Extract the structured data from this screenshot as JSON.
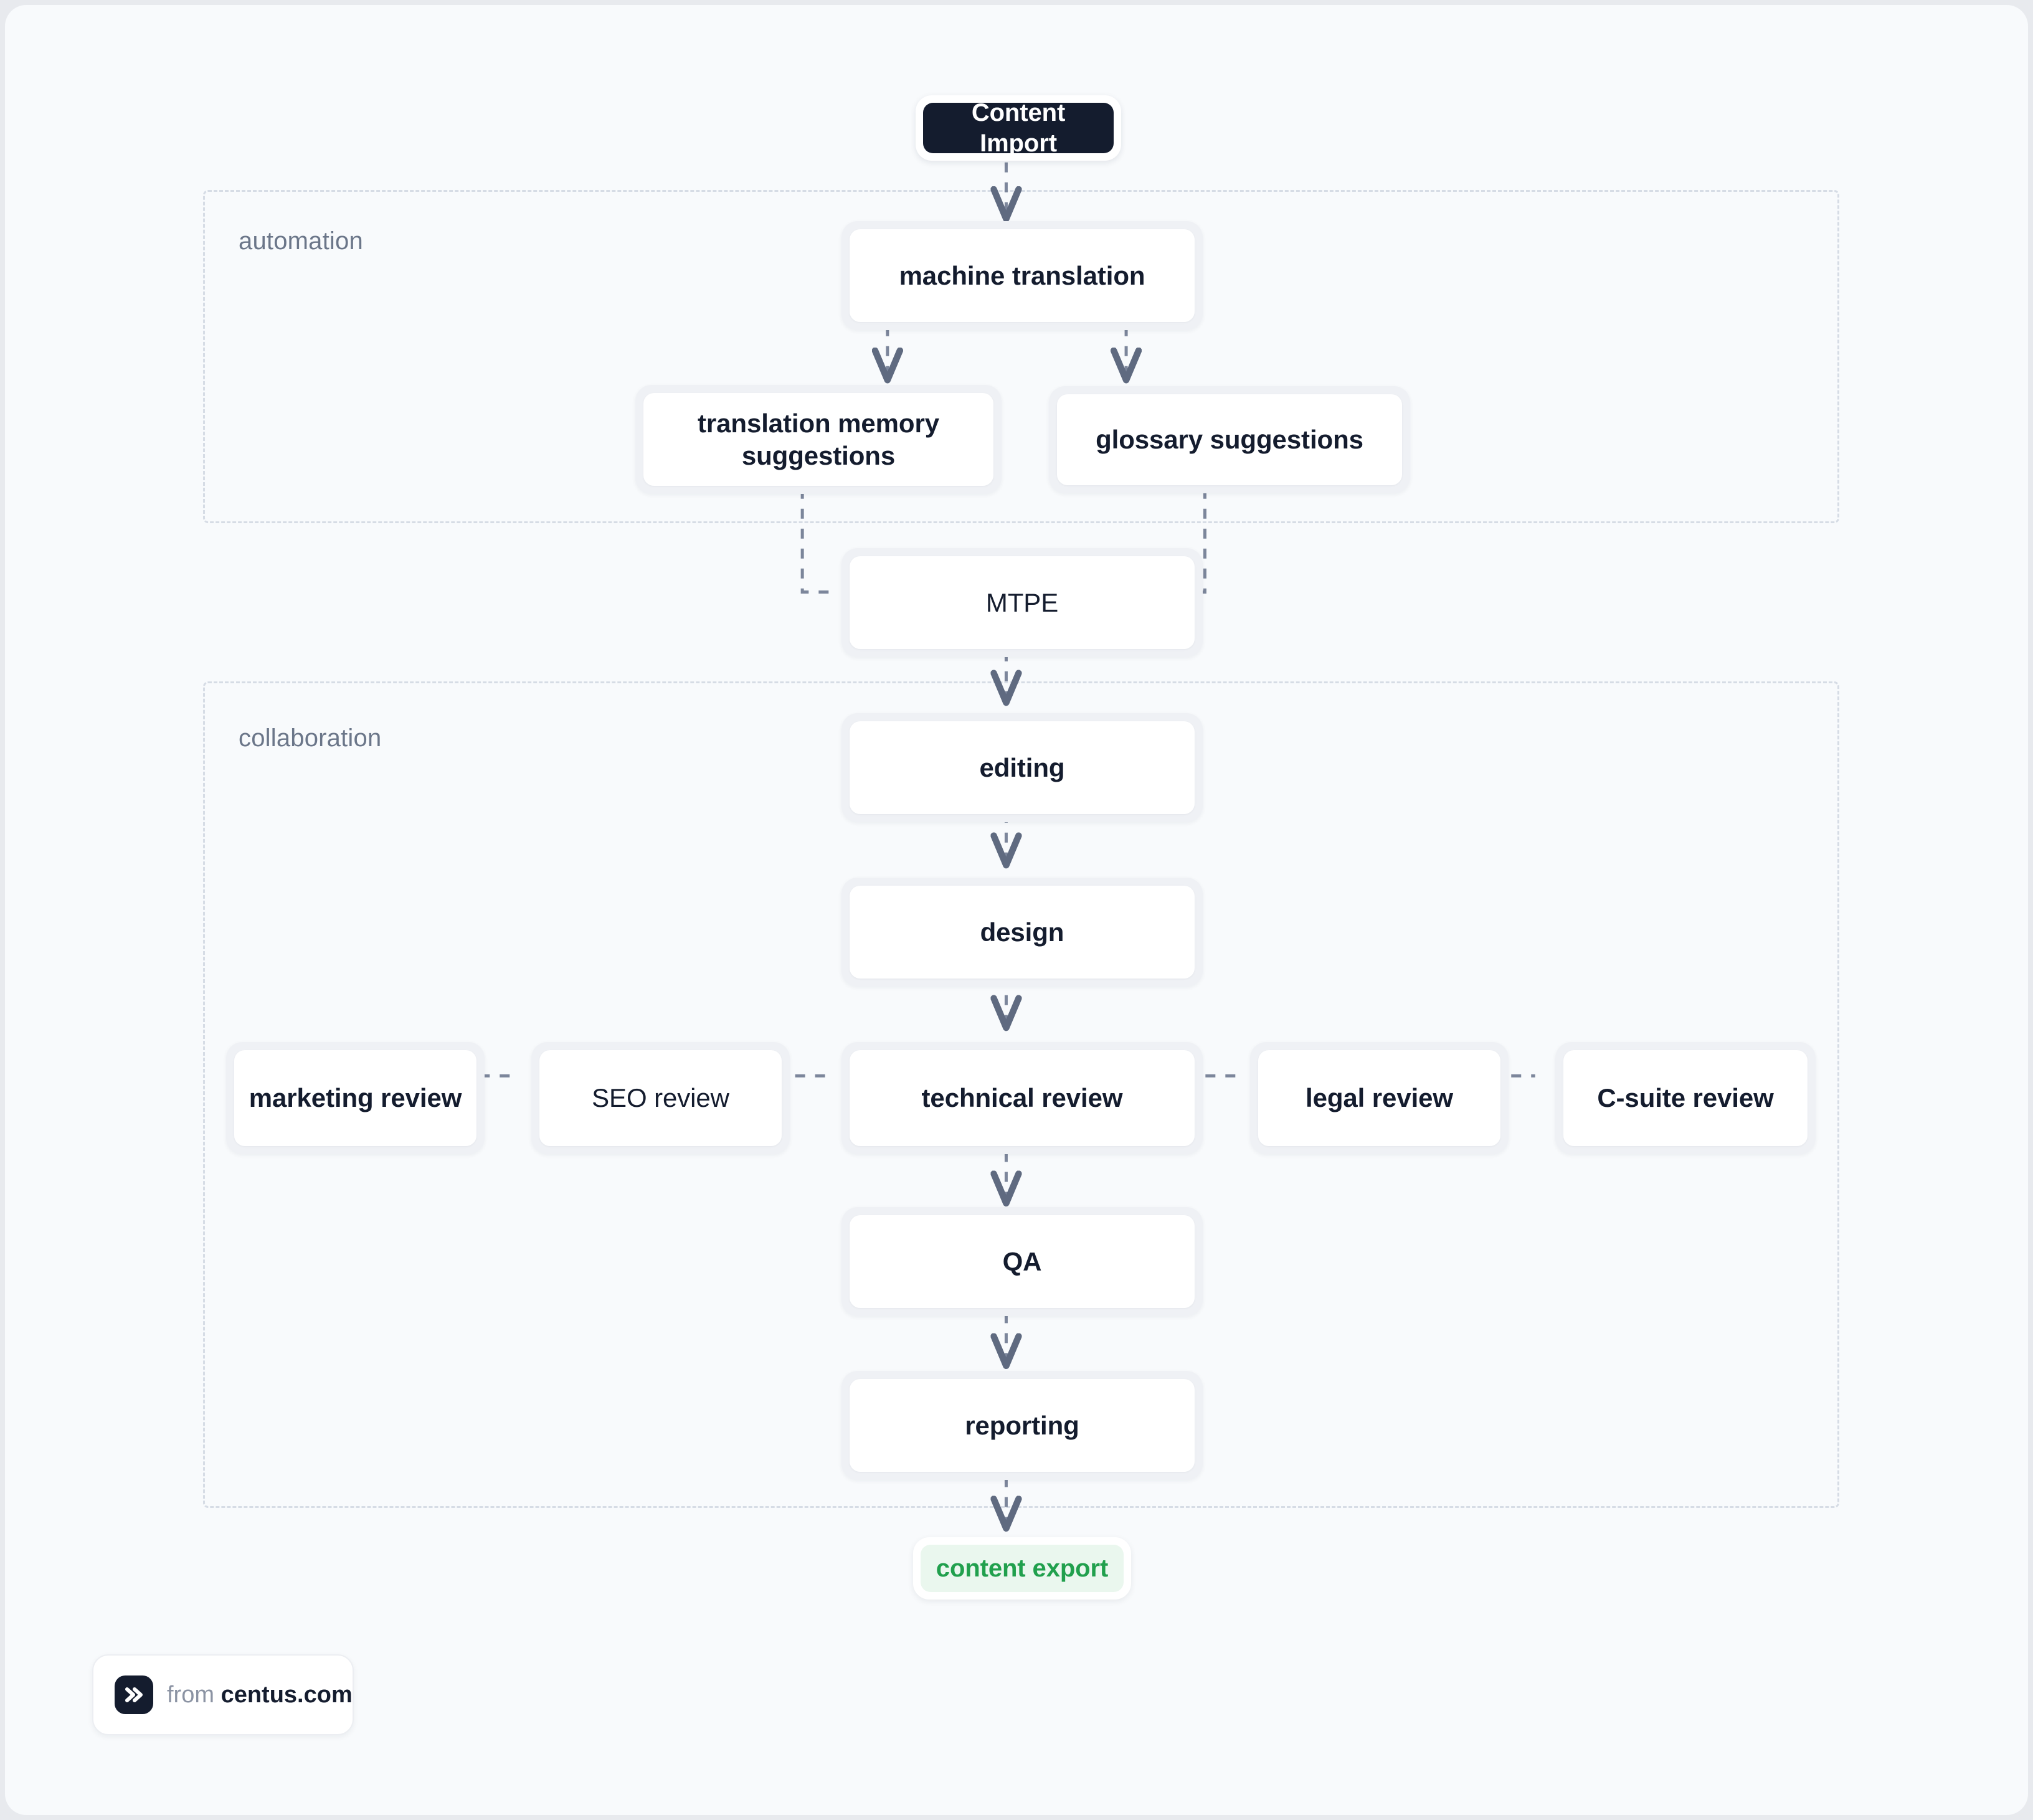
{
  "canvas": {
    "background": "#f8fafc",
    "outer_background": "#e8eaee"
  },
  "colors": {
    "node_frame": "#eff1f5",
    "node_fill": "#ffffff",
    "node_text": "#141c2e",
    "start_fill": "#141c2e",
    "start_text": "#ffffff",
    "end_fill": "#eaf7ee",
    "end_text": "#21a04d",
    "group_border": "#d6dce5",
    "group_label": "#6b7689",
    "edge": "#7c869b"
  },
  "start_node": {
    "label": "Content Import"
  },
  "groups": [
    {
      "id": "automation",
      "label": "automation"
    },
    {
      "id": "collaboration",
      "label": "collaboration"
    }
  ],
  "nodes": [
    {
      "id": "machine-translation",
      "label": "machine translation",
      "group": "automation"
    },
    {
      "id": "translation-memory-suggestions",
      "label": "translation memory suggestions",
      "group": "automation"
    },
    {
      "id": "glossary-suggestions",
      "label": "glossary suggestions",
      "group": "automation"
    },
    {
      "id": "mtpe",
      "label": "MTPE",
      "group": null
    },
    {
      "id": "editing",
      "label": "editing",
      "group": "collaboration"
    },
    {
      "id": "design",
      "label": "design",
      "group": "collaboration"
    },
    {
      "id": "marketing-review",
      "label": "marketing review",
      "group": "collaboration"
    },
    {
      "id": "seo-review",
      "label": "SEO review",
      "group": "collaboration"
    },
    {
      "id": "technical-review",
      "label": "technical review",
      "group": "collaboration"
    },
    {
      "id": "legal-review",
      "label": "legal review",
      "group": "collaboration"
    },
    {
      "id": "c-suite-review",
      "label": "C-suite review",
      "group": "collaboration"
    },
    {
      "id": "qa",
      "label": "QA",
      "group": "collaboration"
    },
    {
      "id": "reporting",
      "label": "reporting",
      "group": "collaboration"
    }
  ],
  "end_node": {
    "label": "content export"
  },
  "edges": [
    {
      "from": "Content Import",
      "to": "machine translation",
      "style": "dashed-arrow"
    },
    {
      "from": "machine translation",
      "to": "translation memory suggestions",
      "style": "dashed-arrow"
    },
    {
      "from": "machine translation",
      "to": "glossary suggestions",
      "style": "dashed-arrow"
    },
    {
      "from": "translation memory suggestions",
      "to": "MTPE",
      "style": "dashed-elbow"
    },
    {
      "from": "glossary suggestions",
      "to": "MTPE",
      "style": "dashed-elbow"
    },
    {
      "from": "MTPE",
      "to": "editing",
      "style": "dashed-arrow"
    },
    {
      "from": "editing",
      "to": "design",
      "style": "dashed-arrow"
    },
    {
      "from": "design",
      "to": "technical review",
      "style": "dashed-arrow"
    },
    {
      "from": "marketing review",
      "to": "SEO review",
      "style": "dashed-line"
    },
    {
      "from": "SEO review",
      "to": "technical review",
      "style": "dashed-line"
    },
    {
      "from": "technical review",
      "to": "legal review",
      "style": "dashed-line"
    },
    {
      "from": "legal review",
      "to": "C-suite review",
      "style": "dashed-line"
    },
    {
      "from": "technical review",
      "to": "QA",
      "style": "dashed-arrow"
    },
    {
      "from": "QA",
      "to": "reporting",
      "style": "dashed-arrow"
    },
    {
      "from": "reporting",
      "to": "content export",
      "style": "dashed-arrow"
    }
  ],
  "badge": {
    "prefix": "from ",
    "domain": "centus.com",
    "logo_glyph": "»"
  }
}
